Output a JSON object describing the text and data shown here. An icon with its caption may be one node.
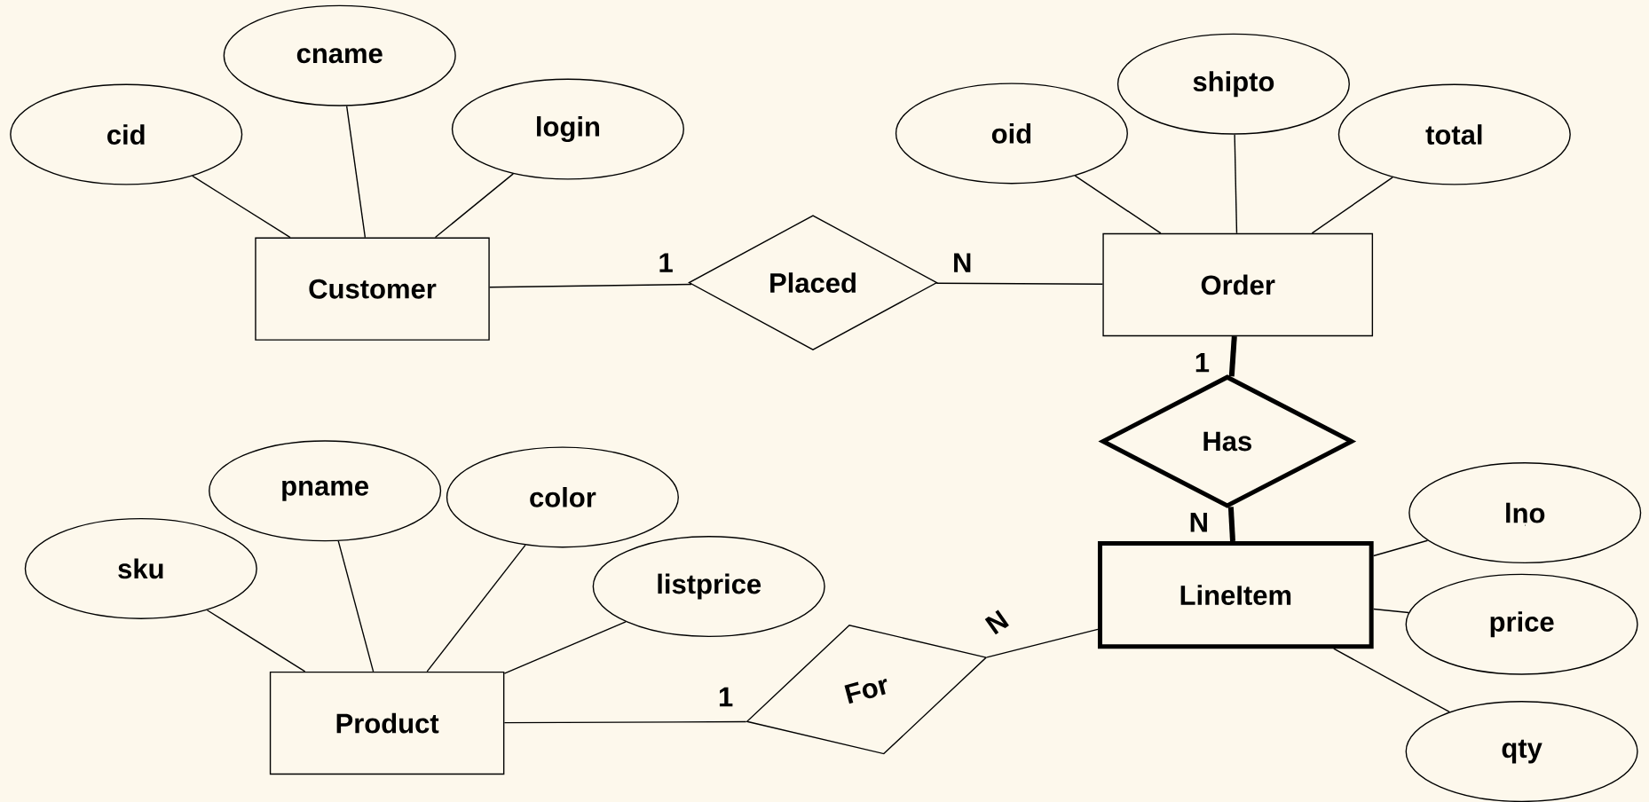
{
  "diagram": {
    "nodes": [
      {
        "text": [
          "cid"
        ]
      },
      {
        "text": [
          "cname"
        ]
      },
      {
        "text": [
          "login"
        ]
      },
      {
        "text": [
          "Customer"
        ]
      },
      {
        "text": [
          "Placed"
        ]
      },
      {
        "text": [
          "oid"
        ]
      },
      {
        "text": [
          "shipto"
        ]
      },
      {
        "text": [
          "total"
        ]
      },
      {
        "text": [
          "Order"
        ]
      },
      {
        "text": [
          "Has"
        ]
      },
      {
        "text": [
          "pname"
        ]
      },
      {
        "text": [
          "color"
        ]
      },
      {
        "text": [
          "sku"
        ]
      },
      {
        "text": [
          "listprice"
        ]
      },
      {
        "text": [
          "lno"
        ]
      },
      {
        "text": [
          "LineItem"
        ]
      },
      {
        "text": [
          "price"
        ]
      },
      {
        "text": [
          "Product"
        ]
      },
      {
        "text": [
          "For"
        ]
      },
      {
        "text": [
          "qty"
        ]
      }
    ],
    "edges": [
      {
        "from": 0,
        "to": 3,
        "arrow": "none"
      },
      {
        "from": 1,
        "to": 3,
        "arrow": "none"
      },
      {
        "from": 2,
        "to": 3,
        "arrow": "none"
      },
      {
        "from": 3,
        "to": 4,
        "arrow": "none",
        "label": "1"
      },
      {
        "from": 4,
        "to": 8,
        "arrow": "none",
        "label": "N"
      },
      {
        "from": 5,
        "to": 8,
        "arrow": "none"
      },
      {
        "from": 6,
        "to": 8,
        "arrow": "none"
      },
      {
        "from": 7,
        "to": 8,
        "arrow": "none"
      },
      {
        "from": 8,
        "to": 9,
        "arrow": "none",
        "label": "1",
        "style": "thick"
      },
      {
        "from": 9,
        "to": 15,
        "arrow": "none",
        "label": "N",
        "style": "thick"
      },
      {
        "from": 10,
        "to": 17,
        "arrow": "none"
      },
      {
        "from": 11,
        "to": 17,
        "arrow": "none"
      },
      {
        "from": 12,
        "to": 17,
        "arrow": "none"
      },
      {
        "from": 13,
        "to": 17,
        "arrow": "none"
      },
      {
        "from": 14,
        "to": 15,
        "arrow": "none"
      },
      {
        "from": 16,
        "to": 15,
        "arrow": "none"
      },
      {
        "from": 19,
        "to": 15,
        "arrow": "none"
      },
      {
        "from": 17,
        "to": 18,
        "arrow": "none",
        "label": "1"
      },
      {
        "from": 18,
        "to": 15,
        "arrow": "none",
        "label": "N"
      }
    ]
  }
}
